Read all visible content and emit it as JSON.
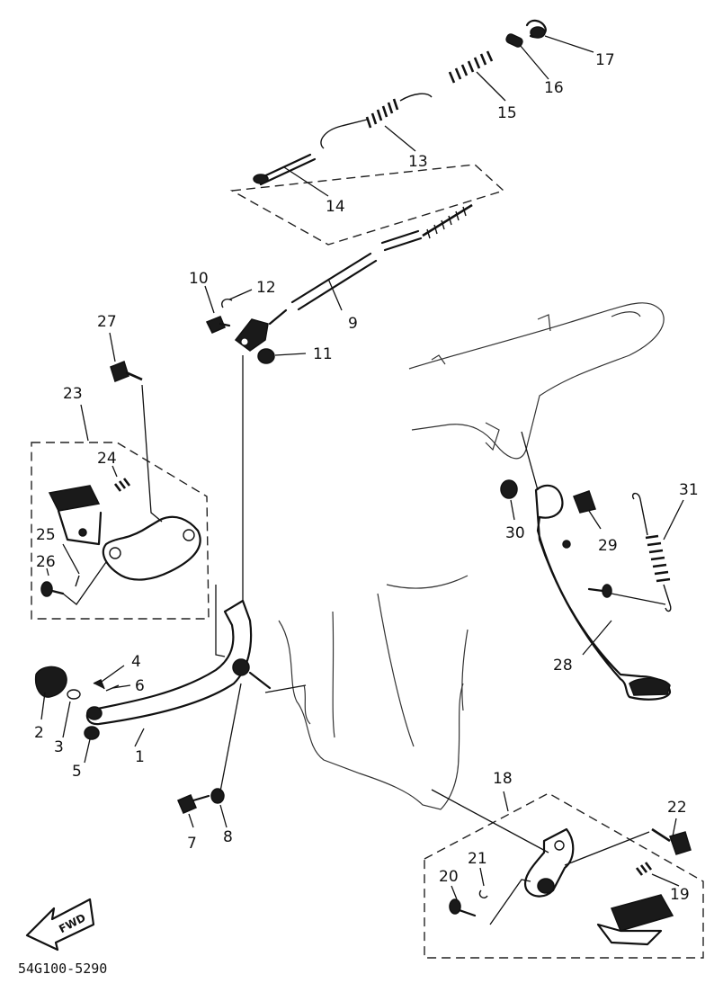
{
  "diagram": {
    "part_numbers": [
      "1",
      "2",
      "3",
      "4",
      "5",
      "6",
      "7",
      "8",
      "9",
      "10",
      "11",
      "12",
      "13",
      "14",
      "15",
      "16",
      "17",
      "18",
      "19",
      "20",
      "21",
      "22",
      "23",
      "24",
      "25",
      "26",
      "27",
      "28",
      "29",
      "30",
      "31"
    ],
    "drawing_code": "54G100-5290",
    "fwd_label": "FWD"
  }
}
